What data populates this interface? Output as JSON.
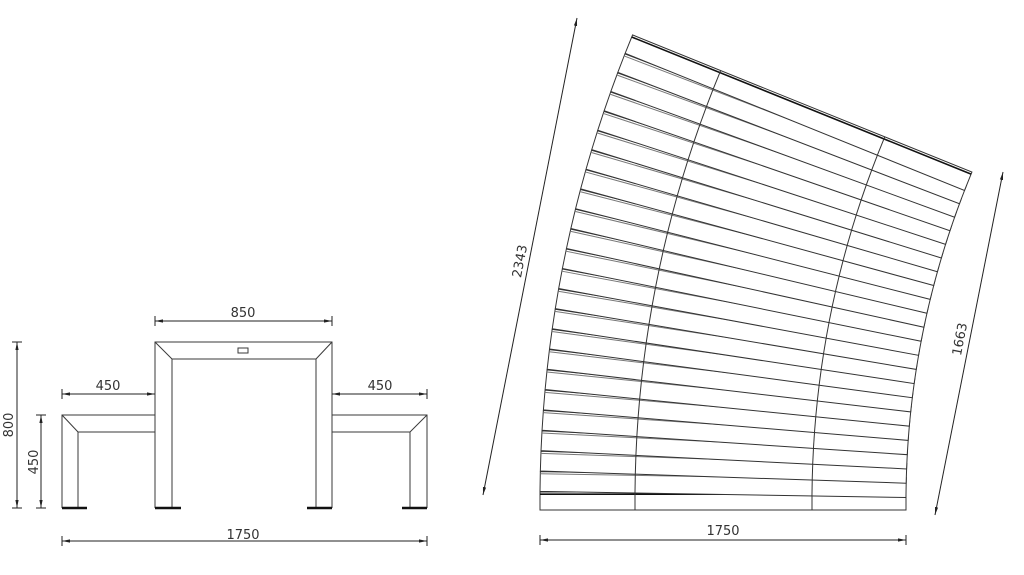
{
  "front_view": {
    "dim_table_width": "850",
    "dim_bench_left": "450",
    "dim_bench_right": "450",
    "dim_total_height": "800",
    "dim_seat_height": "450",
    "dim_total_width": "1750"
  },
  "top_view": {
    "dim_left_arc": "2343",
    "dim_right_arc": "1663",
    "dim_width": "1750",
    "plank_count": 24,
    "fan_angle_deg": 22
  }
}
